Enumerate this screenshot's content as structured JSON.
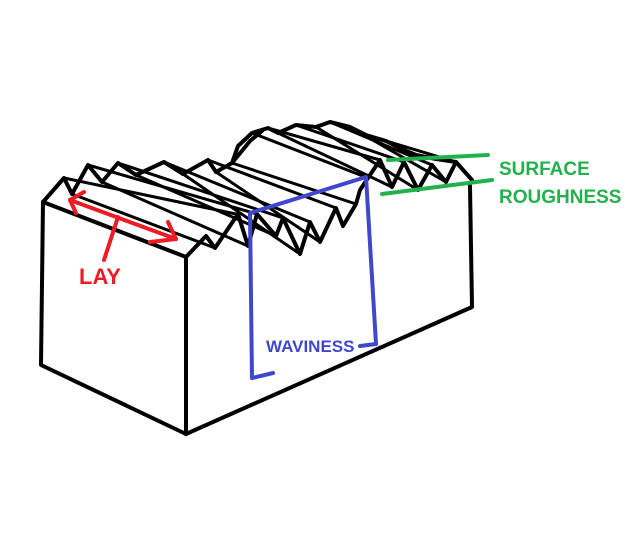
{
  "diagram": {
    "labels": {
      "lay": "LAY",
      "waviness": "WAVINESS",
      "surface_roughness_line1": "SURFACE",
      "surface_roughness_line2": "ROUGHNESS"
    },
    "colors": {
      "outline": "#000000",
      "lay": "#ed1c24",
      "waviness": "#3f48cc",
      "surface_roughness": "#22b14c",
      "background": "#ffffff"
    }
  }
}
